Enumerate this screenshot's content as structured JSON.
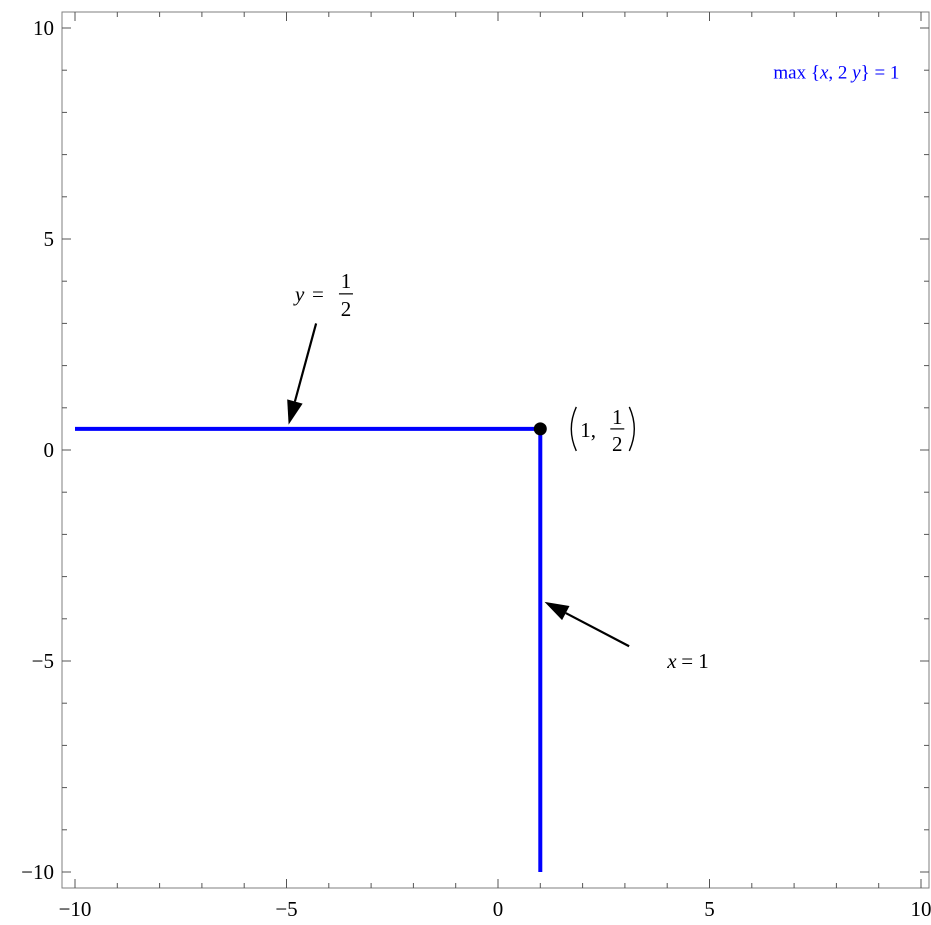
{
  "chart_data": {
    "type": "line",
    "title": "max {x, 2 y} = 1",
    "title_parts": {
      "prefix": "max {",
      "x": "x",
      "comma": ", 2 ",
      "y": "y",
      "suffix": "} = 1"
    },
    "xlim": [
      -10,
      10
    ],
    "ylim": [
      -10,
      10
    ],
    "grid": false,
    "line_color": "#0000ff",
    "x_ticks": [
      -10,
      -5,
      0,
      5,
      10
    ],
    "y_ticks": [
      -10,
      -5,
      0,
      5,
      10
    ],
    "x_tick_labels": [
      "−10",
      "−5",
      "0",
      "5",
      "10"
    ],
    "y_tick_labels": [
      "−10",
      "−5",
      "0",
      "5",
      "10"
    ],
    "x_minor_step": 1,
    "y_minor_step": 1,
    "series": [
      {
        "points": [
          [
            -10,
            0.5
          ],
          [
            1,
            0.5
          ]
        ]
      },
      {
        "points": [
          [
            1,
            0.5
          ],
          [
            1,
            -10
          ]
        ]
      }
    ],
    "point": {
      "x": 1,
      "y": 0.5,
      "label_open": "1,",
      "num": "1",
      "den": "2"
    },
    "annotations": [
      {
        "var": "y",
        "eq": "=",
        "num": "1",
        "den": "2",
        "text_x": -4.8,
        "text_y": 3.7,
        "arrow_from": [
          -4.3,
          3.0
        ],
        "arrow_to": [
          -4.95,
          0.6
        ]
      },
      {
        "var": "x",
        "eq": "= 1",
        "text_x": 4.0,
        "text_y": -5.0,
        "arrow_from": [
          3.1,
          -4.65
        ],
        "arrow_to": [
          1.1,
          -3.6
        ]
      }
    ]
  }
}
